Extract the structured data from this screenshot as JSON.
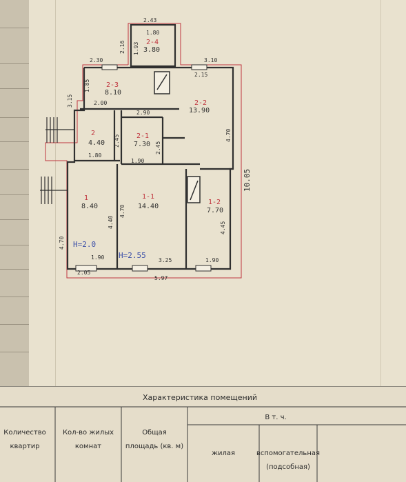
{
  "plan": {
    "rooms": [
      {
        "id": "room-2-4",
        "num": "2-4",
        "area": "3.80"
      },
      {
        "id": "room-2-3",
        "num": "2-3",
        "area": "8.10"
      },
      {
        "id": "room-2-2",
        "num": "2-2",
        "area": "13.90"
      },
      {
        "id": "room-2-1",
        "num": "2-1",
        "area": "7.30"
      },
      {
        "id": "room-2",
        "num": "2",
        "area": "4.40"
      },
      {
        "id": "room-1",
        "num": "1",
        "area": "8.40"
      },
      {
        "id": "room-1-1",
        "num": "1-1",
        "area": "14.40"
      },
      {
        "id": "room-1-2",
        "num": "1-2",
        "area": "7.70"
      }
    ],
    "dims": {
      "ext_top": "2.43",
      "ext_inner_top": "1.80",
      "ext_side_left": "2.16",
      "ext_side_right": "1.93",
      "top_left": "2.30",
      "top_right": "3.10",
      "top_window": "2.15",
      "left_stair_top": "3.15",
      "left_stair_inner": "1.85",
      "room23_bottom": "2.00",
      "room21_top": "2.90",
      "room2_side": "2.45",
      "room21_side": "2.45",
      "room22_side": "4.70",
      "room2_bottom": "1.80",
      "room21_bottom": "1.90",
      "overall_height": "10.05",
      "room1_side_left": "4.70",
      "room1_side_right": "4.40",
      "room11_side": "4.70",
      "room12_side": "4.45",
      "room1_bottom": "1.90",
      "room11_bottom": "3.25",
      "room12_bottom": "1.90",
      "bottom_left": "2.05",
      "overall_width": "5.97"
    },
    "heights": {
      "left": "H=2.0",
      "center": "H=2.55"
    }
  },
  "table": {
    "title": "Характеристика помещений",
    "col_quantity": [
      "Количество",
      "квартир"
    ],
    "col_rooms": [
      "Кол-во жилых",
      "комнат"
    ],
    "col_total": [
      "Общая",
      "площадь (кв. м)"
    ],
    "group_header": "В т. ч.",
    "col_living": "жилая",
    "col_aux": [
      "вспомогательная",
      "(подсобная)"
    ]
  },
  "colors": {
    "paper": "#e9e2cf",
    "ink": "#3a3a3a",
    "red_ink": "#c0353f",
    "blue_ink": "#3a4ea8"
  }
}
